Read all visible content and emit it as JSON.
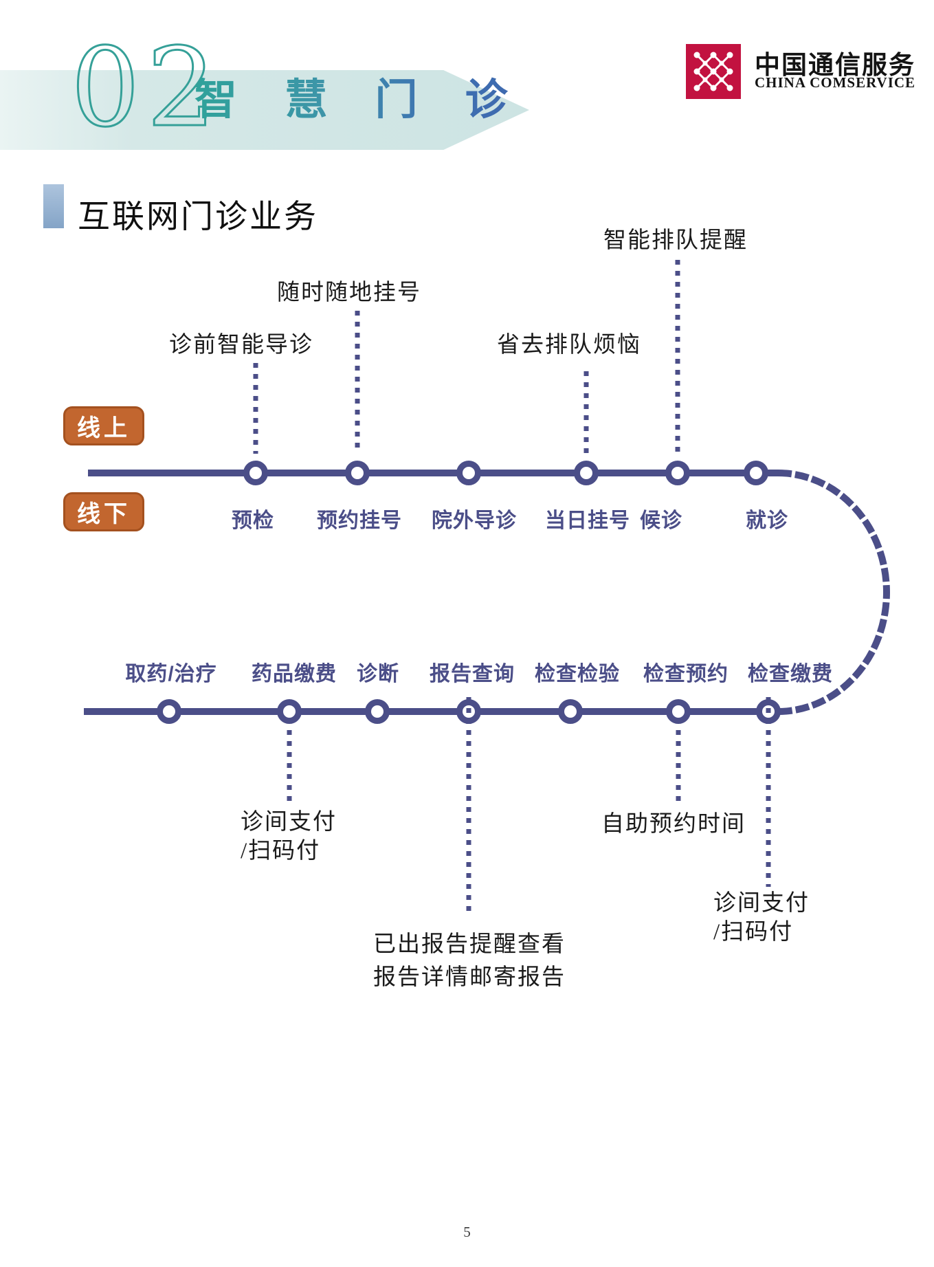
{
  "banner": {
    "number": "02",
    "title": "智 慧 门 诊"
  },
  "logo": {
    "cn": "中国通信服务",
    "en": "CHINA COMSERVICE"
  },
  "section": {
    "title": "互联网门诊业务"
  },
  "legend": {
    "online": "线上",
    "offline": "线下"
  },
  "flow": {
    "top_nodes": [
      {
        "label": "预检"
      },
      {
        "label": "预约挂号"
      },
      {
        "label": "院外导诊"
      },
      {
        "label": "当日挂号"
      },
      {
        "label": "候诊"
      },
      {
        "label": "就诊"
      }
    ],
    "bottom_nodes": [
      {
        "label": "取药/治疗"
      },
      {
        "label": "药品缴费"
      },
      {
        "label": "诊断"
      },
      {
        "label": "报告查询"
      },
      {
        "label": "检查检验"
      },
      {
        "label": "检查预约"
      },
      {
        "label": "检查缴费"
      }
    ],
    "top_annotations": [
      {
        "text": "诊前智能导诊",
        "node": "预检"
      },
      {
        "text": "随时随地挂号",
        "node": "预约挂号"
      },
      {
        "text": "省去排队烦恼",
        "node": "当日挂号"
      },
      {
        "text": "智能排队提醒",
        "node": "候诊"
      }
    ],
    "bottom_annotations": [
      {
        "line1": "诊间支付",
        "line2": "/扫码付",
        "node": "药品缴费"
      },
      {
        "line1": "已出报告提醒查看",
        "line2": "报告详情邮寄报告",
        "node": "报告查询"
      },
      {
        "line1": "自助预约时间",
        "node": "检查预约"
      },
      {
        "line1": "诊间支付",
        "line2": "/扫码付",
        "node": "检查缴费"
      }
    ]
  },
  "page_number": "5",
  "colors": {
    "flow_line": "#4b4e88",
    "badge_orange": "#c2662f",
    "badge_border": "#a4511f",
    "banner_teal": "#2fa29a",
    "banner_blue": "#3e68ae",
    "banner_band": "#cde4e3",
    "logo_red": "#c21240",
    "section_bar_blue": "#8fa9cb"
  }
}
